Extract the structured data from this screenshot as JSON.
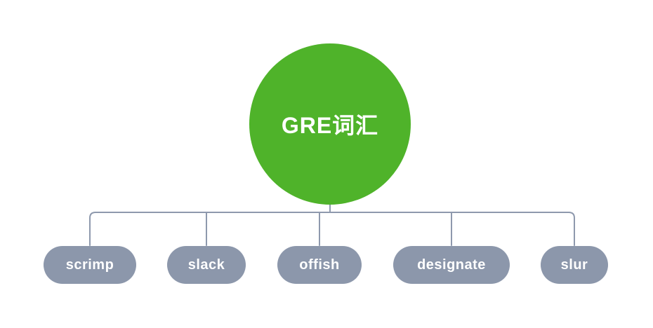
{
  "root": {
    "label": "GRE词汇"
  },
  "children": [
    {
      "label": "scrimp"
    },
    {
      "label": "slack"
    },
    {
      "label": "offish"
    },
    {
      "label": "designate"
    },
    {
      "label": "slur"
    }
  ],
  "colors": {
    "root_fill": "#4fb32a",
    "node_fill": "#8c97ab",
    "connector": "#8e99ad",
    "text": "#ffffff"
  }
}
